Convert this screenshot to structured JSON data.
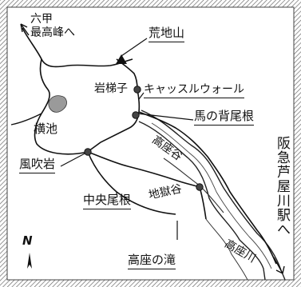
{
  "labels": {
    "rokko_peak": "六甲最高峰へ",
    "rokko_peak_line1": "六甲",
    "rokko_peak_line2": "最高峰へ",
    "arajiyama": "荒地山",
    "iwa_hashigo": "岩梯子",
    "castle_wall": "キャッスルウォール",
    "uma_no_se_one": "馬の背尾根",
    "kouza_dani": "高座谷",
    "yokoike": "横池",
    "fuki_iwa": "風吹岩",
    "chuo_one": "中央尾根",
    "jigoku_dani": "地獄谷",
    "hankyu_station": "阪急芦屋川駅へ",
    "kouza_taki": "高座の滝",
    "kouza_gawa": "高座川",
    "north": "N"
  }
}
